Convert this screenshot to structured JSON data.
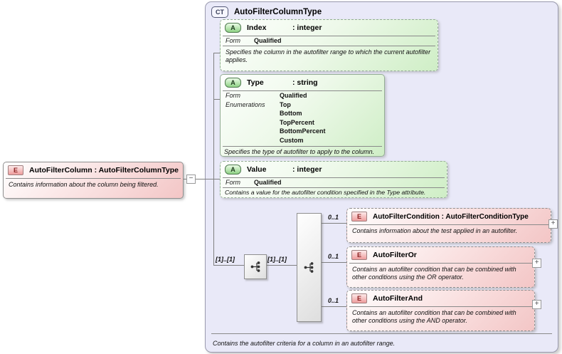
{
  "colors": {
    "container_bg": "#e9e9f8",
    "attribute_fill": "#cfeec6",
    "element_fill": "#f3c6c6",
    "line": "#808080"
  },
  "root_element": {
    "badge": "E",
    "title": "AutoFilterColumn : AutoFilterColumnType",
    "description": "Contains information about the column being filtered."
  },
  "complex_type": {
    "badge": "CT",
    "title": "AutoFilterColumnType",
    "footer": "Contains the autofilter criteria for a column in an autofilter range."
  },
  "attributes": [
    {
      "badge": "A",
      "name": "Index",
      "type": ": integer",
      "rows": [
        {
          "label": "Form",
          "value": "Qualified"
        }
      ],
      "description": "Specifies the column in the autofilter range to which the current autofilter applies."
    },
    {
      "badge": "A",
      "name": "Type",
      "type": ": string",
      "rows": [
        {
          "label": "Form",
          "value": "Qualified"
        },
        {
          "label": "Enumerations",
          "value": "Top"
        },
        {
          "label": "",
          "value": "Bottom"
        },
        {
          "label": "",
          "value": "TopPercent"
        },
        {
          "label": "",
          "value": "BottomPercent"
        },
        {
          "label": "",
          "value": "Custom"
        }
      ],
      "description": "Specifies the type of autofilter to apply to the column."
    },
    {
      "badge": "A",
      "name": "Value",
      "type": ": integer",
      "rows": [
        {
          "label": "Form",
          "value": "Qualified"
        }
      ],
      "description": "Contains a value for the autofilter condition specified in the Type attribute."
    }
  ],
  "children": [
    {
      "badge": "E",
      "title": "AutoFilterCondition : AutoFilterConditionType",
      "cardinality": "0..1",
      "description": "Contains information about the test applied in an autofilter.",
      "expand_glyph": "+"
    },
    {
      "badge": "E",
      "title": "AutoFilterOr",
      "cardinality": "0..1",
      "description": "Contains an autofilter condition that can be combined with other conditions using the OR operator.",
      "expand_glyph": "+"
    },
    {
      "badge": "E",
      "title": "AutoFilterAnd",
      "cardinality": "0..1",
      "description": "Contains an autofilter condition that can be combined with other conditions using the AND operator.",
      "expand_glyph": "+"
    }
  ],
  "connectors": {
    "collapse_glyph": "−",
    "sequence_cardinality": "[1]..[1]",
    "choice_cardinality": "[1]..[1]"
  }
}
